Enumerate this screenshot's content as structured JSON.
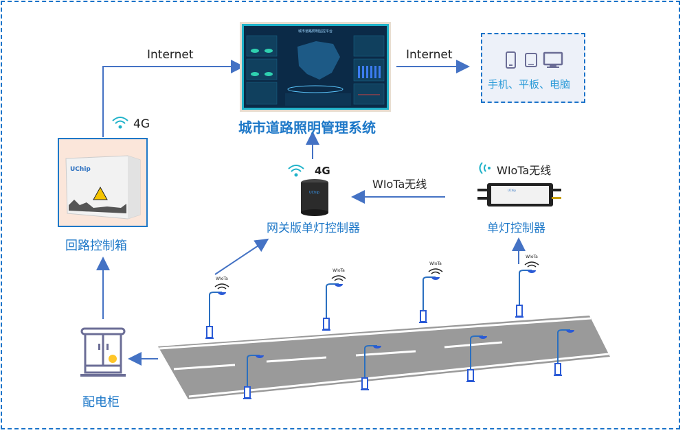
{
  "diagram": {
    "title": "城市道路照明管理系统",
    "nodes": {
      "system": {
        "label": "城市道路照明管理系统",
        "screen_title": "城市道路照明监控平台"
      },
      "terminals": {
        "label": "手机、平板、电脑",
        "icons": [
          "phone-icon",
          "tablet-icon",
          "desktop-icon"
        ]
      },
      "loop_cabinet": {
        "label": "回路控制箱",
        "brand": "UChip"
      },
      "gateway_controller": {
        "label": "网关版单灯控制器"
      },
      "single_controller": {
        "label": "单灯控制器"
      },
      "distribution_cabinet": {
        "label": "配电柜"
      }
    },
    "links": {
      "cabinet_to_system": "Internet",
      "system_to_terminals": "Internet",
      "cabinet_signal": "4G",
      "gateway_signal": "4G",
      "controller_to_gateway": "WIoTa无线",
      "controller_signal": "WIoTa无线"
    },
    "streetlight_tag": "WIoTa",
    "colors": {
      "accent_blue": "#1e78c8",
      "arrow_blue": "#4472c4",
      "wifi_teal": "#1fb2c9",
      "road_gray": "#9a9a9a",
      "cabinet_bg": "#fbe6da",
      "terminal_bg": "#edf1f9"
    }
  }
}
